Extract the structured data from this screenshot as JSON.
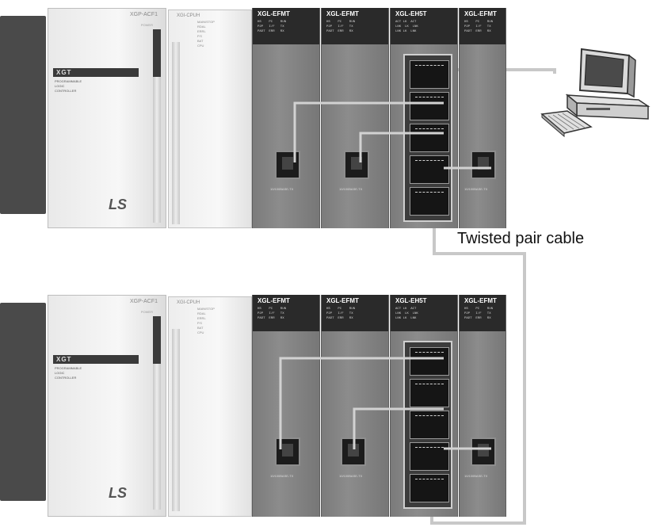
{
  "caption": "Twisted pair cable",
  "rack_top": {
    "psu_title": "XGP-ACF1",
    "psu_power": "POWER",
    "xgt": "XGT",
    "plc_caption": "PROGRAMMABLE\nLOGIC\nCONTROLLER",
    "logo": "LS",
    "cpu_title": "XGI-CPUH",
    "cpu_list": "MAIN/STOP\nRDAL\nERRL\nP.S\nBAT\nCPU",
    "modules": [
      {
        "name": "XGL-EFMT",
        "leds": "HS    PC    RUN\nP2P   I/F   TX\nPADT  ERR   RX"
      },
      {
        "name": "XGL-EFMT",
        "leds": "HS    PC    RUN\nP2P   I/F   TX\nPADT  ERR   RX"
      },
      {
        "name": "XGL-EH5T",
        "leds": "ACT LK  ACT\nLNK  LK  LNK\nLNK LK  LNK"
      },
      {
        "name": "XGL-EFMT",
        "leds": "HS    PC    RUN\nP2P   I/F   TX\nPADT  ERR   RX"
      }
    ],
    "port_labels": [
      "10/100BASE-TX",
      "10/100BASE-TX",
      "10/100BASE-TX"
    ]
  },
  "rack_bot": {
    "psu_title": "XGP-ACF1",
    "psu_power": "POWER",
    "xgt": "XGT",
    "plc_caption": "PROGRAMMABLE\nLOGIC\nCONTROLLER",
    "logo": "LS",
    "cpu_title": "XGI-CPUH",
    "cpu_list": "MAIN/STOP\nRDAL\nERRL\nP.S\nBAT\nCPU",
    "modules": [
      {
        "name": "XGL-EFMT",
        "leds": "HS    PC    RUN\nP2P   I/F   TX\nPADT  ERR   RX"
      },
      {
        "name": "XGL-EFMT",
        "leds": "HS    PC    RUN\nP2P   I/F   TX\nPADT  ERR   RX"
      },
      {
        "name": "XGL-EH5T",
        "leds": "ACT LK  ACT\nLNK  LK  LNK\nLNK LK  LNK"
      },
      {
        "name": "XGL-EFMT",
        "leds": "HS    PC    RUN\nP2P   I/F   TX\nPADT  ERR   RX"
      }
    ],
    "port_labels": [
      "10/100BASE-TX",
      "10/100BASE-TX",
      "10/100BASE-TX"
    ]
  },
  "colors": {
    "cable": "#c8c8c8",
    "module_dark": "#7f7f7f",
    "psu_light": "#efefef"
  }
}
